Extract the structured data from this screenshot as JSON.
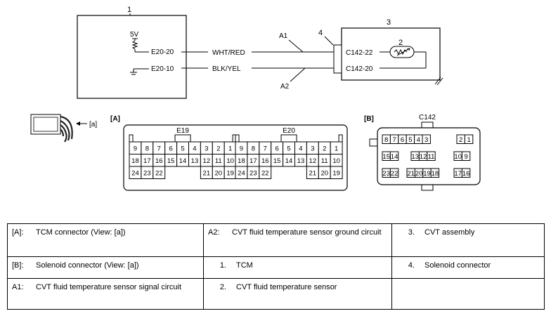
{
  "schematic": {
    "tcm_number": "1",
    "cvt_number": "3",
    "sensor_number": "2",
    "connector_number": "4",
    "supply_label": "5V",
    "terminals": {
      "tcm_signal": "E20-20",
      "tcm_ground": "E20-10",
      "cvt_signal": "C142-22",
      "cvt_ground": "C142-20"
    },
    "wires": {
      "signal_color": "WHT/RED",
      "ground_color": "BLK/YEL",
      "signal_circuit": "A1",
      "ground_circuit": "A2"
    }
  },
  "view_arrow_label": "[a]",
  "connector_a": {
    "label": "[A]",
    "blocks": [
      {
        "name": "E19",
        "rows": [
          [
            "9",
            "8",
            "7",
            "6",
            "5",
            "4",
            "3",
            "2",
            "1"
          ],
          [
            "18",
            "17",
            "16",
            "15",
            "14",
            "13",
            "12",
            "11",
            "10"
          ],
          [
            "24",
            "23",
            "22",
            "",
            "",
            "",
            "21",
            "20",
            "19"
          ]
        ]
      },
      {
        "name": "E20",
        "rows": [
          [
            "9",
            "8",
            "7",
            "6",
            "5",
            "4",
            "3",
            "2",
            "1"
          ],
          [
            "18",
            "17",
            "16",
            "15",
            "14",
            "13",
            "12",
            "11",
            "10"
          ],
          [
            "24",
            "23",
            "22",
            "",
            "",
            "",
            "21",
            "20",
            "19"
          ]
        ]
      }
    ]
  },
  "connector_b": {
    "label": "[B]",
    "name": "C142",
    "rows": [
      [
        [
          "8",
          "7",
          "6",
          "5",
          "4",
          "3"
        ],
        [
          "2",
          "1"
        ]
      ],
      [
        [
          "15",
          "14"
        ],
        [
          "13",
          "12",
          "11"
        ],
        [
          "10",
          "9"
        ]
      ],
      [
        [
          "23",
          "22"
        ],
        [
          "21",
          "20",
          "19",
          "18"
        ],
        [
          "17",
          "16"
        ]
      ]
    ]
  },
  "legend": {
    "rows": [
      [
        {
          "key": "[A]:",
          "text": "TCM connector (View: [a])"
        },
        {
          "key": "A2:",
          "text": "CVT fluid temperature sensor ground circuit"
        },
        {
          "key": "3.",
          "text": "CVT assembly"
        }
      ],
      [
        {
          "key": "[B]:",
          "text": "Solenoid connector (View: [a])"
        },
        {
          "key": "1.",
          "text": "TCM"
        },
        {
          "key": "4.",
          "text": "Solenoid connector"
        }
      ],
      [
        {
          "key": "A1:",
          "text": "CVT fluid temperature sensor signal circuit"
        },
        {
          "key": "2.",
          "text": "CVT fluid temperature sensor"
        },
        {
          "key": "",
          "text": ""
        }
      ]
    ]
  }
}
